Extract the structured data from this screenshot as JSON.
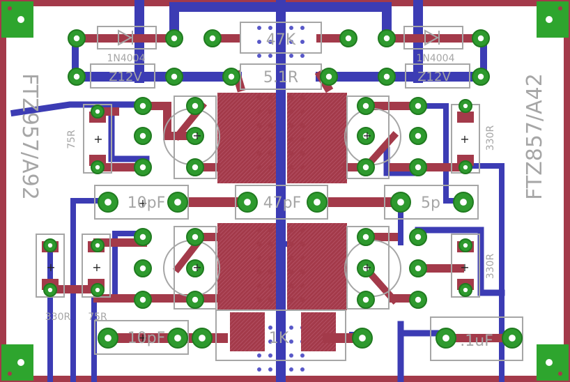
{
  "colors": {
    "background": "#ffffff",
    "top_copper": "#a33a4a",
    "bottom_copper": "#3c3cb4",
    "pad": "#2e9a2e",
    "pad_outline": "#1f7a1f",
    "drill": "#ffffff",
    "silkscreen": "#a6a6a6",
    "board_edge": "#a33a4a",
    "corner_mount": "#2ea52e"
  },
  "board_labels": {
    "left_vertical": "FTZ957/A92",
    "right_vertical": "FTZ857/A42"
  },
  "components": {
    "diode_left": "1N4004",
    "diode_right": "1N4004",
    "zener_left": "Z12V",
    "zener_right": "Z12V",
    "resistor_top_center": "47K",
    "resistor_mid_center": "5.1R",
    "res_75r_top": "75R",
    "res_330r_top": "330R",
    "cap_10pf_top": "10pF",
    "cap_center": "47pF",
    "cap_5p": "5p",
    "res_330r_left": "330R",
    "res_75r_bottom": "75R",
    "res_330r_right": "330R",
    "cap_10pf_bottom": "10pF",
    "res_bottom_center": "1K",
    "cap_01uf": ".1uF"
  },
  "glyphs": {
    "plus": "+"
  }
}
